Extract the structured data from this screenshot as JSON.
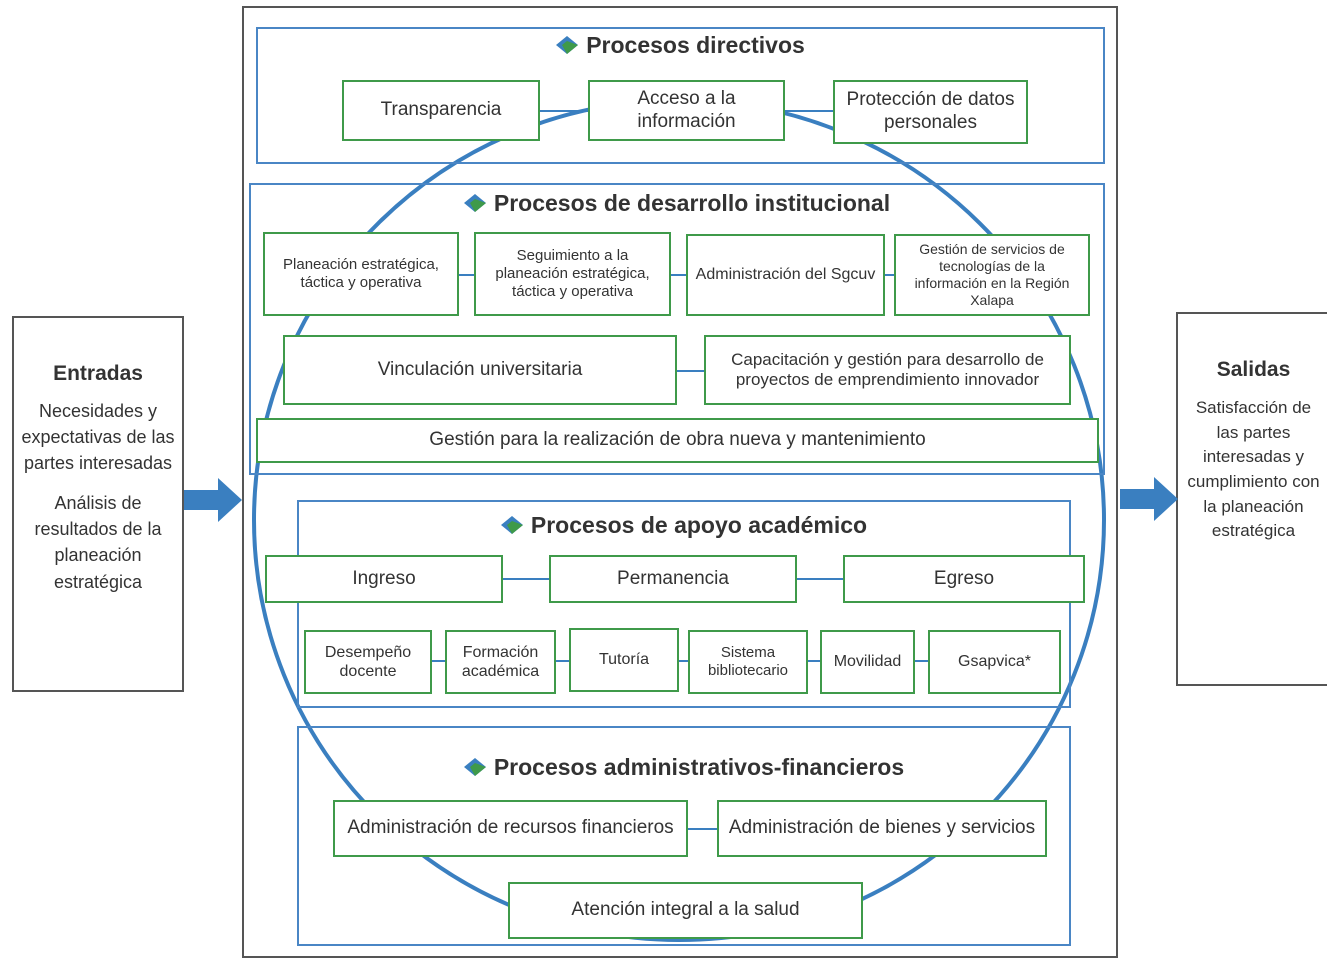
{
  "colors": {
    "section_border": "#4a86c5",
    "box_border": "#3f9a4a",
    "circle": "#3a7fc0",
    "arrow": "#3a7fc0",
    "frame": "#555555"
  },
  "inputs": {
    "title": "Entradas",
    "text1": "Necesidades y expectativas de las partes interesadas",
    "text2": "Análisis de resultados de la planeación estratégica"
  },
  "outputs": {
    "title": "Salidas",
    "text": "Satisfacción de las partes interesadas y cumplimiento con la planeación estratégica"
  },
  "directivos": {
    "title": "Procesos directivos",
    "boxes": [
      "Transparencia",
      "Acceso a la información",
      "Protección de datos personales"
    ]
  },
  "desarrollo": {
    "title": "Procesos de desarrollo institucional",
    "row1": [
      "Planeación estratégica, táctica y operativa",
      "Seguimiento a la planeación estratégica, táctica y operativa",
      "Administración del Sgcuv",
      "Gestión de servicios de tecnologías de la información en la Región Xalapa"
    ],
    "row2": [
      "Vinculación universitaria",
      "Capacitación y gestión para desarrollo de proyectos de emprendimiento innovador"
    ],
    "row3": "Gestión para la realización de obra nueva y mantenimiento"
  },
  "apoyo": {
    "title": "Procesos de apoyo académico",
    "row1": [
      "Ingreso",
      "Permanencia",
      "Egreso"
    ],
    "row2": [
      "Desempeño docente",
      "Formación académica",
      "Tutoría",
      "Sistema bibliotecario",
      "Movilidad",
      "Gsapvica*"
    ]
  },
  "admin": {
    "title": "Procesos administrativos-financieros",
    "boxes": [
      "Administración de recursos financieros",
      "Administración de bienes y servicios",
      "Atención integral a la salud"
    ]
  }
}
